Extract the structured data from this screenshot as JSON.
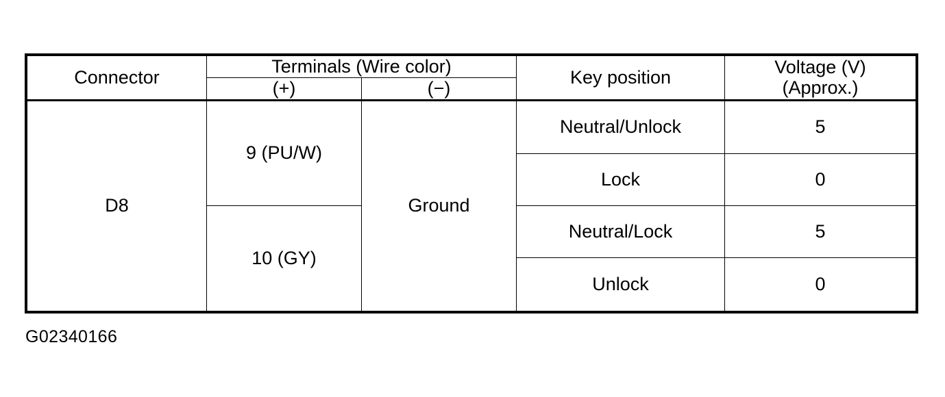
{
  "table": {
    "headers": {
      "connector": "Connector",
      "terminals_group": "Terminals (Wire color)",
      "positive": "(+)",
      "negative": "(−)",
      "key_position": "Key position",
      "voltage_line1": "Voltage (V)",
      "voltage_line2": "(Approx.)"
    },
    "connector": "D8",
    "negative_terminal": "Ground",
    "terminal_groups": [
      {
        "positive": "9 (PU/W)",
        "span": 2
      },
      {
        "positive": "10 (GY)",
        "span": 2
      }
    ],
    "rows": [
      {
        "key_position": "Neutral/Unlock",
        "voltage": "5"
      },
      {
        "key_position": "Lock",
        "voltage": "0"
      },
      {
        "key_position": "Neutral/Lock",
        "voltage": "5"
      },
      {
        "key_position": "Unlock",
        "voltage": "0"
      }
    ]
  },
  "caption": "G02340166",
  "colors": {
    "ink": "#000000",
    "paper": "#ffffff"
  }
}
